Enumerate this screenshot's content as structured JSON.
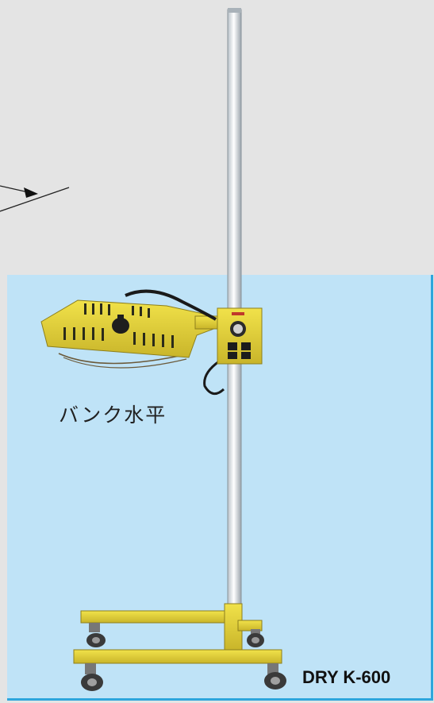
{
  "caption": "バンク水平",
  "model_name": "DRY K-600",
  "colors": {
    "background": "#e4e4e4",
    "panel": "#bfe3f7",
    "panel_border": "#2da6dc",
    "frame_yellow": "#e9d83a",
    "pole": "#eef1f4"
  },
  "icons": [
    "pointer-arrow-icon",
    "heater-lamp",
    "control-box",
    "caster-wheel"
  ]
}
